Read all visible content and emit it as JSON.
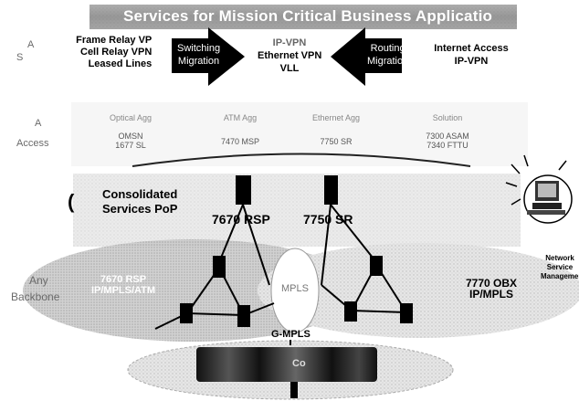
{
  "banner": {
    "title": "Services for Mission Critical Business Applicatio"
  },
  "row_labels": {
    "services_a": "A",
    "services_b": "S",
    "access_a": "A",
    "access_b": "Access",
    "backbone_a": "Any",
    "backbone_b": "Backbone"
  },
  "services": {
    "left": [
      "Frame Relay VP",
      "Cell Relay VPN",
      "Leased Lines"
    ],
    "center": [
      "IP-VPN",
      "Ethernet VPN",
      "VLL"
    ],
    "right": [
      "Internet Access",
      "IP-VPN"
    ],
    "switching_arrow": [
      "Switching",
      "Migration"
    ],
    "routing_arrow": [
      "Routing",
      "Migration"
    ]
  },
  "access": {
    "headers": [
      "Optical Agg",
      "ATM Agg",
      "Ethernet Agg",
      "Solution"
    ],
    "cells": [
      [
        "OMSN",
        "1677 SL"
      ],
      [
        "7470 MSP"
      ],
      [
        "7750 SR"
      ],
      [
        "7300 ASAM",
        "7340 FTTU"
      ]
    ]
  },
  "pop": {
    "label": [
      "Consolidated",
      "Services PoP"
    ],
    "left_router": "7670 RSP",
    "right_router": "7750 SR",
    "paren": "("
  },
  "backbone": {
    "left": [
      "7670 RSP",
      "IP/MPLS/ATM"
    ],
    "center": "MPLS",
    "right": [
      "7770 OBX",
      "IP/MPLS"
    ],
    "bottom": "G-MPLS",
    "optical": "Co"
  },
  "management": [
    "Network",
    "Service",
    "Management"
  ]
}
